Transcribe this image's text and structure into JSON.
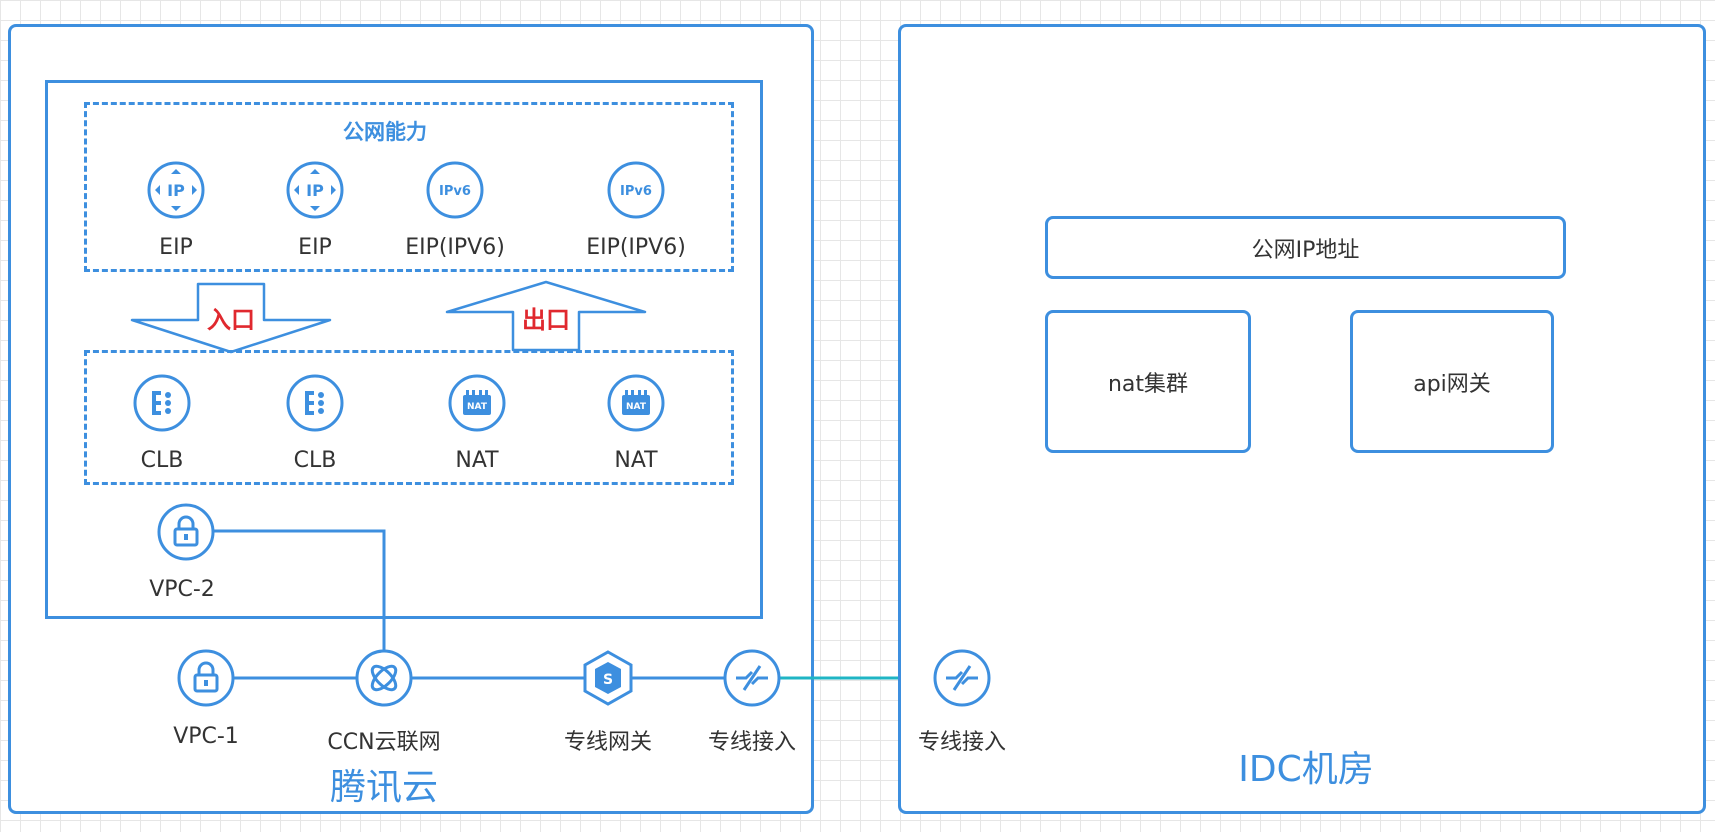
{
  "tencent_cloud": {
    "title": "腾讯云",
    "public_section": {
      "title": "公网能力",
      "items": [
        "EIP",
        "EIP",
        "EIP(IPV6)",
        "EIP(IPV6)"
      ]
    },
    "arrows": {
      "in": "入口",
      "out": "出口"
    },
    "gateway_section": {
      "items": [
        "CLB",
        "CLB",
        "NAT",
        "NAT"
      ]
    },
    "vpc2": "VPC-2",
    "bottom_row": {
      "vpc1": "VPC-1",
      "ccn": "CCN云联网",
      "dc_gateway": "专线网关",
      "dc_access": "专线接入"
    }
  },
  "idc": {
    "title": "IDC机房",
    "public_ip": "公网IP地址",
    "nat_cluster": "nat集群",
    "api_gateway": "api网关",
    "dc_access": "专线接入"
  },
  "colors": {
    "accent": "#3d8fdf",
    "arrow_text": "#e0282e",
    "idc_link": "#1fb5c4"
  }
}
